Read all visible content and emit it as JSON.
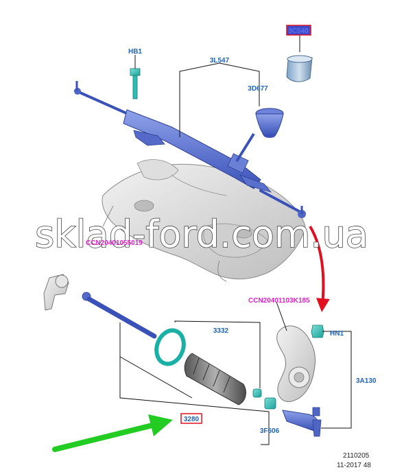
{
  "parts": {
    "hb1": "HB1",
    "gear": "3L547",
    "boot_top": "3D677",
    "cap": "3C540",
    "bellows": "3332",
    "inner_rod": "3280",
    "nut": "HN1",
    "tie_rod_end": "3A130",
    "locknut": "3F606"
  },
  "refs": {
    "crossmember": "CCN20401055019",
    "knuckle": "CCN20401103K185"
  },
  "watermark": "sklad-ford.com.ua",
  "footer": {
    "code": "2110205",
    "date": "11-2017 48"
  },
  "colors": {
    "part_blue": "#4f66c4",
    "label_blue": "#1f63b8",
    "ref_magenta": "#e020c8",
    "highlight_red": "#e01020",
    "arrow_green": "#22cc22"
  }
}
